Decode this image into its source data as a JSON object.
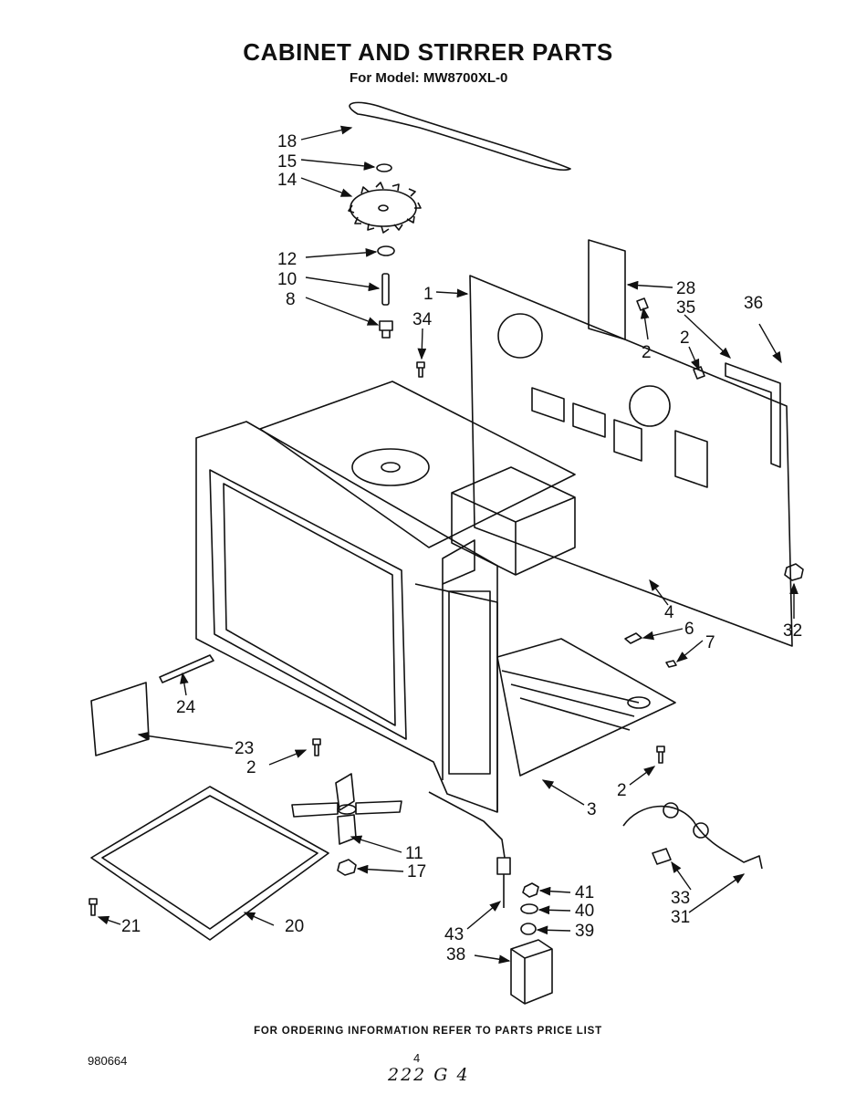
{
  "header": {
    "title": "CABINET AND STIRRER PARTS",
    "subtitle": "For Model: MW8700XL-0"
  },
  "callouts": [
    {
      "id": "c18",
      "label": "18"
    },
    {
      "id": "c15",
      "label": "15"
    },
    {
      "id": "c14",
      "label": "14"
    },
    {
      "id": "c12",
      "label": "12"
    },
    {
      "id": "c10",
      "label": "10"
    },
    {
      "id": "c8",
      "label": "8"
    },
    {
      "id": "c34",
      "label": "34"
    },
    {
      "id": "c1",
      "label": "1"
    },
    {
      "id": "c28",
      "label": "28"
    },
    {
      "id": "c35",
      "label": "35"
    },
    {
      "id": "c36",
      "label": "36"
    },
    {
      "id": "c2a",
      "label": "2"
    },
    {
      "id": "c2b",
      "label": "2"
    },
    {
      "id": "c4",
      "label": "4"
    },
    {
      "id": "c6",
      "label": "6"
    },
    {
      "id": "c7",
      "label": "7"
    },
    {
      "id": "c32",
      "label": "32"
    },
    {
      "id": "c24",
      "label": "24"
    },
    {
      "id": "c23",
      "label": "23"
    },
    {
      "id": "c2c",
      "label": "2"
    },
    {
      "id": "c2d",
      "label": "2"
    },
    {
      "id": "c3",
      "label": "3"
    },
    {
      "id": "c11",
      "label": "11"
    },
    {
      "id": "c17",
      "label": "17"
    },
    {
      "id": "c41",
      "label": "41"
    },
    {
      "id": "c40",
      "label": "40"
    },
    {
      "id": "c39",
      "label": "39"
    },
    {
      "id": "c43",
      "label": "43"
    },
    {
      "id": "c38",
      "label": "38"
    },
    {
      "id": "c33",
      "label": "33"
    },
    {
      "id": "c31",
      "label": "31"
    },
    {
      "id": "c21",
      "label": "21"
    },
    {
      "id": "c20",
      "label": "20"
    }
  ],
  "footer": {
    "ordering_note": "FOR ORDERING INFORMATION REFER TO PARTS PRICE LIST",
    "doc_number": "980664",
    "page_number": "4",
    "handwritten_note": "222 G 4"
  }
}
